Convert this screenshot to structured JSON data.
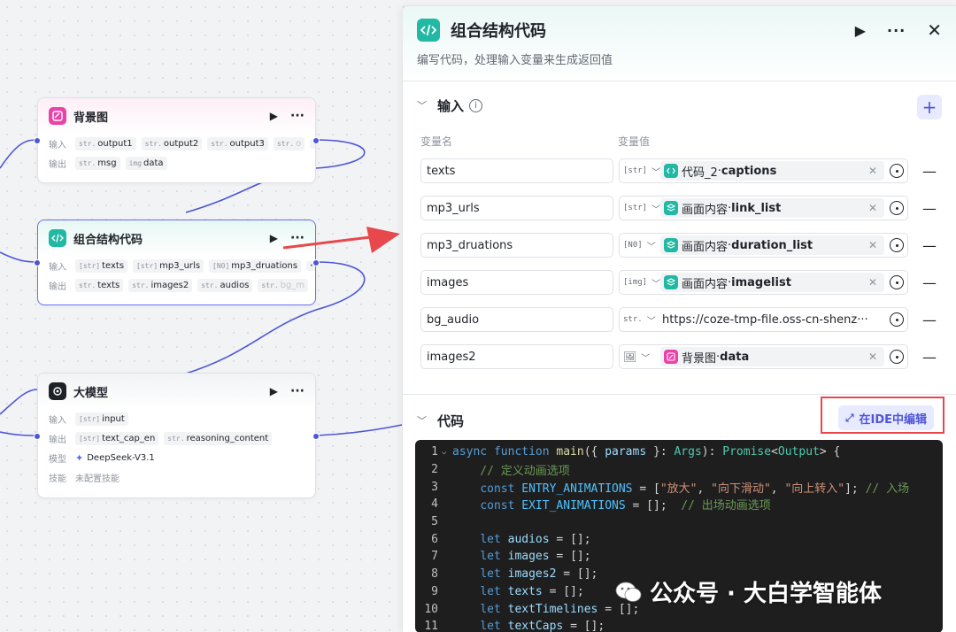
{
  "nodes": {
    "bg_image": {
      "title": "背景图",
      "input_label": "输入",
      "output_label": "输出",
      "inputs": [
        {
          "type": "str.",
          "name": "output1"
        },
        {
          "type": "str.",
          "name": "output2"
        },
        {
          "type": "str.",
          "name": "output3"
        },
        {
          "type": "str.",
          "name": "o"
        }
      ],
      "outputs": [
        {
          "type": "str.",
          "name": "msg"
        },
        {
          "type": "img",
          "name": "data"
        }
      ],
      "more": "···"
    },
    "combine_code": {
      "title": "组合结构代码",
      "input_label": "输入",
      "output_label": "输出",
      "inputs": [
        {
          "type": "[str]",
          "name": "texts"
        },
        {
          "type": "[str]",
          "name": "mp3_urls"
        },
        {
          "type": "[N0]",
          "name": "mp3_druations"
        }
      ],
      "outputs": [
        {
          "type": "str.",
          "name": "texts"
        },
        {
          "type": "str.",
          "name": "images2"
        },
        {
          "type": "str.",
          "name": "audios"
        },
        {
          "type": "str.",
          "name": "bg_m"
        }
      ],
      "more": "···"
    },
    "llm": {
      "title": "大模型",
      "input_label": "输入",
      "output_label": "输出",
      "model_label": "模型",
      "skill_label": "技能",
      "inputs": [
        {
          "type": "[str]",
          "name": "input"
        }
      ],
      "outputs": [
        {
          "type": "[str]",
          "name": "text_cap_en"
        },
        {
          "type": "str.",
          "name": "reasoning_content"
        }
      ],
      "model": "DeepSeek-V3.1",
      "skill": "未配置技能"
    }
  },
  "panel": {
    "title": "组合结构代码",
    "description": "编写代码，处理输入变量来生成返回值",
    "input_section": "输入",
    "col_name": "变量名",
    "col_value": "变量值",
    "code_section": "代码",
    "ide_button": "在IDE中编辑",
    "variables": [
      {
        "name": "texts",
        "type": "[str]",
        "ref_node": "代码_2",
        "ref_field": "captions",
        "ref_icon": "code-icon",
        "ref_color": "#21b8a4"
      },
      {
        "name": "mp3_urls",
        "type": "[str]",
        "ref_node": "画面内容",
        "ref_field": "link_list",
        "ref_icon": "layers-icon",
        "ref_color": "#21b8a4"
      },
      {
        "name": "mp3_druations",
        "type": "[N0]",
        "ref_node": "画面内容",
        "ref_field": "duration_list",
        "ref_icon": "layers-icon",
        "ref_color": "#21b8a4"
      },
      {
        "name": "images",
        "type": "[img]",
        "ref_node": "画面内容",
        "ref_field": "imagelist",
        "ref_icon": "layers-icon",
        "ref_color": "#21b8a4"
      },
      {
        "name": "bg_audio",
        "type": "str.",
        "constant": "https://coze-tmp-file.oss-cn-shenz···"
      },
      {
        "name": "images2",
        "type": "img",
        "ref_node": "背景图",
        "ref_field": "data",
        "ref_icon": "image-edit-icon",
        "ref_color": "#e942a8"
      }
    ],
    "separator": " · ",
    "code_lines": [
      "async function main({ params }: Args): Promise<Output> {",
      "    // 定义动画选项",
      "    const ENTRY_ANIMATIONS = [\"放大\", \"向下滑动\", \"向上转入\"]; // 入场",
      "    const EXIT_ANIMATIONS = [];  // 出场动画选项",
      "",
      "    let audios = [];",
      "    let images = [];",
      "    let images2 = [];",
      "    let texts = [];",
      "    let textTimelines = [];",
      "    let textCaps = [];"
    ]
  },
  "watermark": "公众号 · 大白学智能体",
  "colors": {
    "accent": "#4e55d6",
    "code_node": "#21b8a4",
    "image_node": "#e942a8",
    "highlight_red": "#e8484b"
  }
}
